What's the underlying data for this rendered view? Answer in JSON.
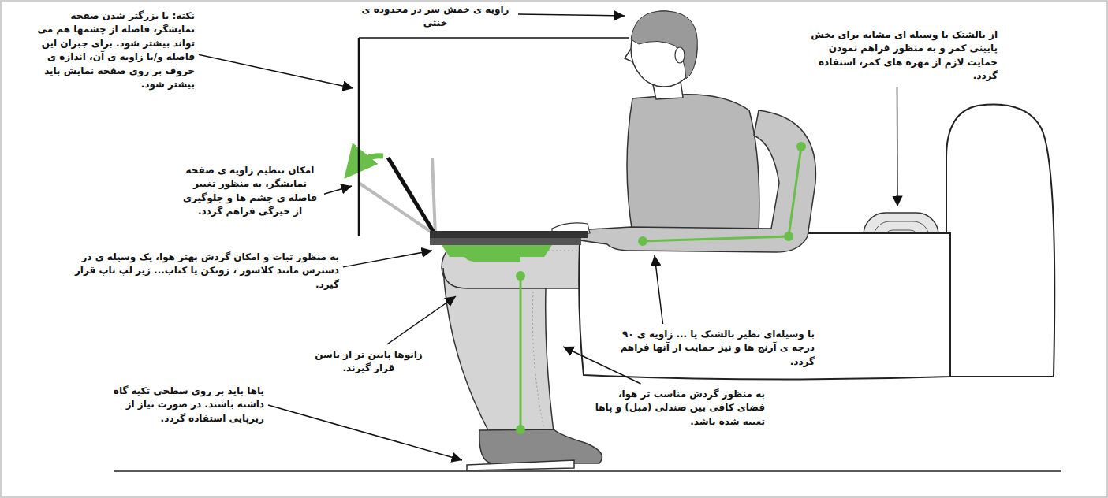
{
  "diagram": {
    "labels": [
      "نکته: با بزرگتر شدن صفحه نمایشگر، فاصله از چشمها هم می تواند بیشتر شود. برای جبران این فاصله و/یا زاویه ی آن، اندازه ی حروف بر روی صفحه نمایش باید بیشتر شود.",
      "زاویه ی خمش سر در محدوده ی خنثی",
      "امکان تنظیم زاویه ی صفحه نمایشگر، به منظور تغییر فاصله ی چشم ها و جلوگیری از خیرگی فراهم گردد.",
      "به منظور ثبات و امکان گردش بهتر هوا، یک وسیله ی در دسترس مانند کلاسور ، زونکن یا کتاب... زیر لپ تاپ قرار گیرد.",
      "زانوها پایین تر از باسن قرار گیرند.",
      "پاها باید بر روی سطحی تکیه گاه داشته باشند. در صورت نیاز از زیرپایی استفاده گردد.",
      "به منظور گردش مناسب تر هوا، فضای کافی بین صندلی (مبل) و پاها تعبیه شده باشد.",
      "با وسیله‌ای نظیر بالشتک یا ... زاویه ی ۹۰ درجه ی آرنج ها و نیز حمایت از آنها فراهم گردد.",
      "از بالشتک یا وسیله ای مشابه برای بخش پایینی کمر و به منظور فراهم نمودن حمایت لازم از مهره های کمر، استفاده گردد."
    ]
  }
}
